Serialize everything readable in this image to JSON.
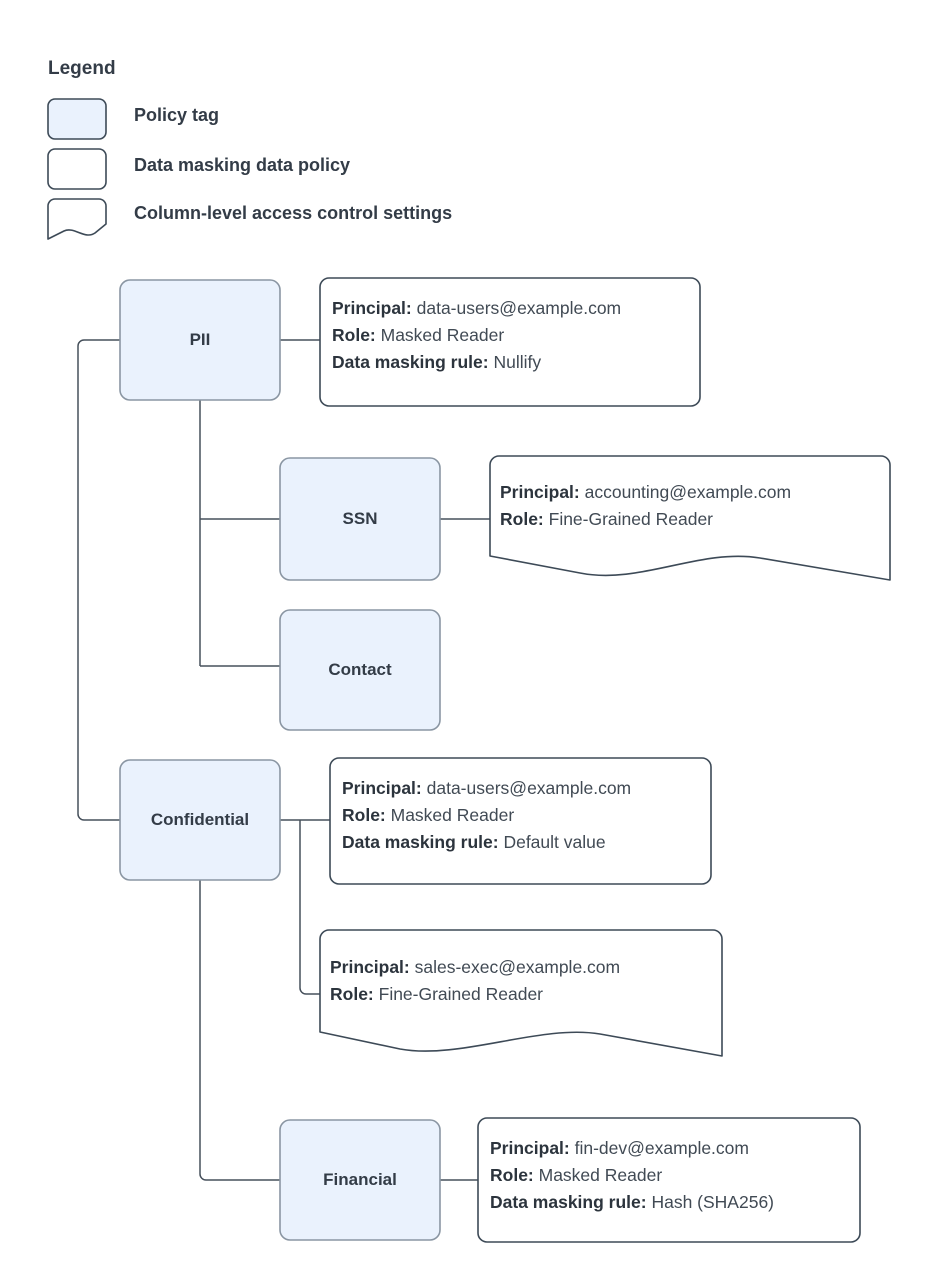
{
  "legend": {
    "title": "Legend",
    "items": [
      {
        "label": "Policy tag",
        "shape": "rounded-rect-filled"
      },
      {
        "label": "Data masking data policy",
        "shape": "rounded-rect"
      },
      {
        "label": "Column-level access control settings",
        "shape": "document-wave"
      }
    ]
  },
  "colors": {
    "tag_fill": "#eaf2fd",
    "tag_stroke": "#8a96a3",
    "box_fill": "#ffffff",
    "box_stroke": "#3d4a57",
    "connector": "#46505b",
    "text": "#333c47",
    "value_text": "#414a54"
  },
  "nodes": [
    {
      "id": "pii",
      "label": "PII",
      "type": "policy-tag"
    },
    {
      "id": "ssn",
      "label": "SSN",
      "type": "policy-tag"
    },
    {
      "id": "contact",
      "label": "Contact",
      "type": "policy-tag"
    },
    {
      "id": "confidential",
      "label": "Confidential",
      "type": "policy-tag"
    },
    {
      "id": "financial",
      "label": "Financial",
      "type": "policy-tag"
    }
  ],
  "policies": {
    "pii": {
      "type": "data-masking-data-policy",
      "principal_label": "Principal:",
      "principal_value": "data-users@example.com",
      "role_label": "Role:",
      "role_value": "Masked Reader",
      "rule_label": "Data masking rule:",
      "rule_value": "Nullify"
    },
    "ssn": {
      "type": "column-level-access-control-settings",
      "principal_label": "Principal:",
      "principal_value": "accounting@example.com",
      "role_label": "Role:",
      "role_value": "Fine-Grained Reader"
    },
    "confidential": {
      "type": "data-masking-data-policy",
      "principal_label": "Principal:",
      "principal_value": "data-users@example.com",
      "role_label": "Role:",
      "role_value": "Masked Reader",
      "rule_label": "Data masking rule:",
      "rule_value": "Default value"
    },
    "confidential_acl": {
      "type": "column-level-access-control-settings",
      "principal_label": "Principal:",
      "principal_value": "sales-exec@example.com",
      "role_label": "Role:",
      "role_value": "Fine-Grained Reader"
    },
    "financial": {
      "type": "data-masking-data-policy",
      "principal_label": "Principal:",
      "principal_value": "fin-dev@example.com",
      "role_label": "Role:",
      "role_value": "Masked Reader",
      "rule_label": "Data masking rule:",
      "rule_value": "Hash (SHA256)"
    }
  }
}
